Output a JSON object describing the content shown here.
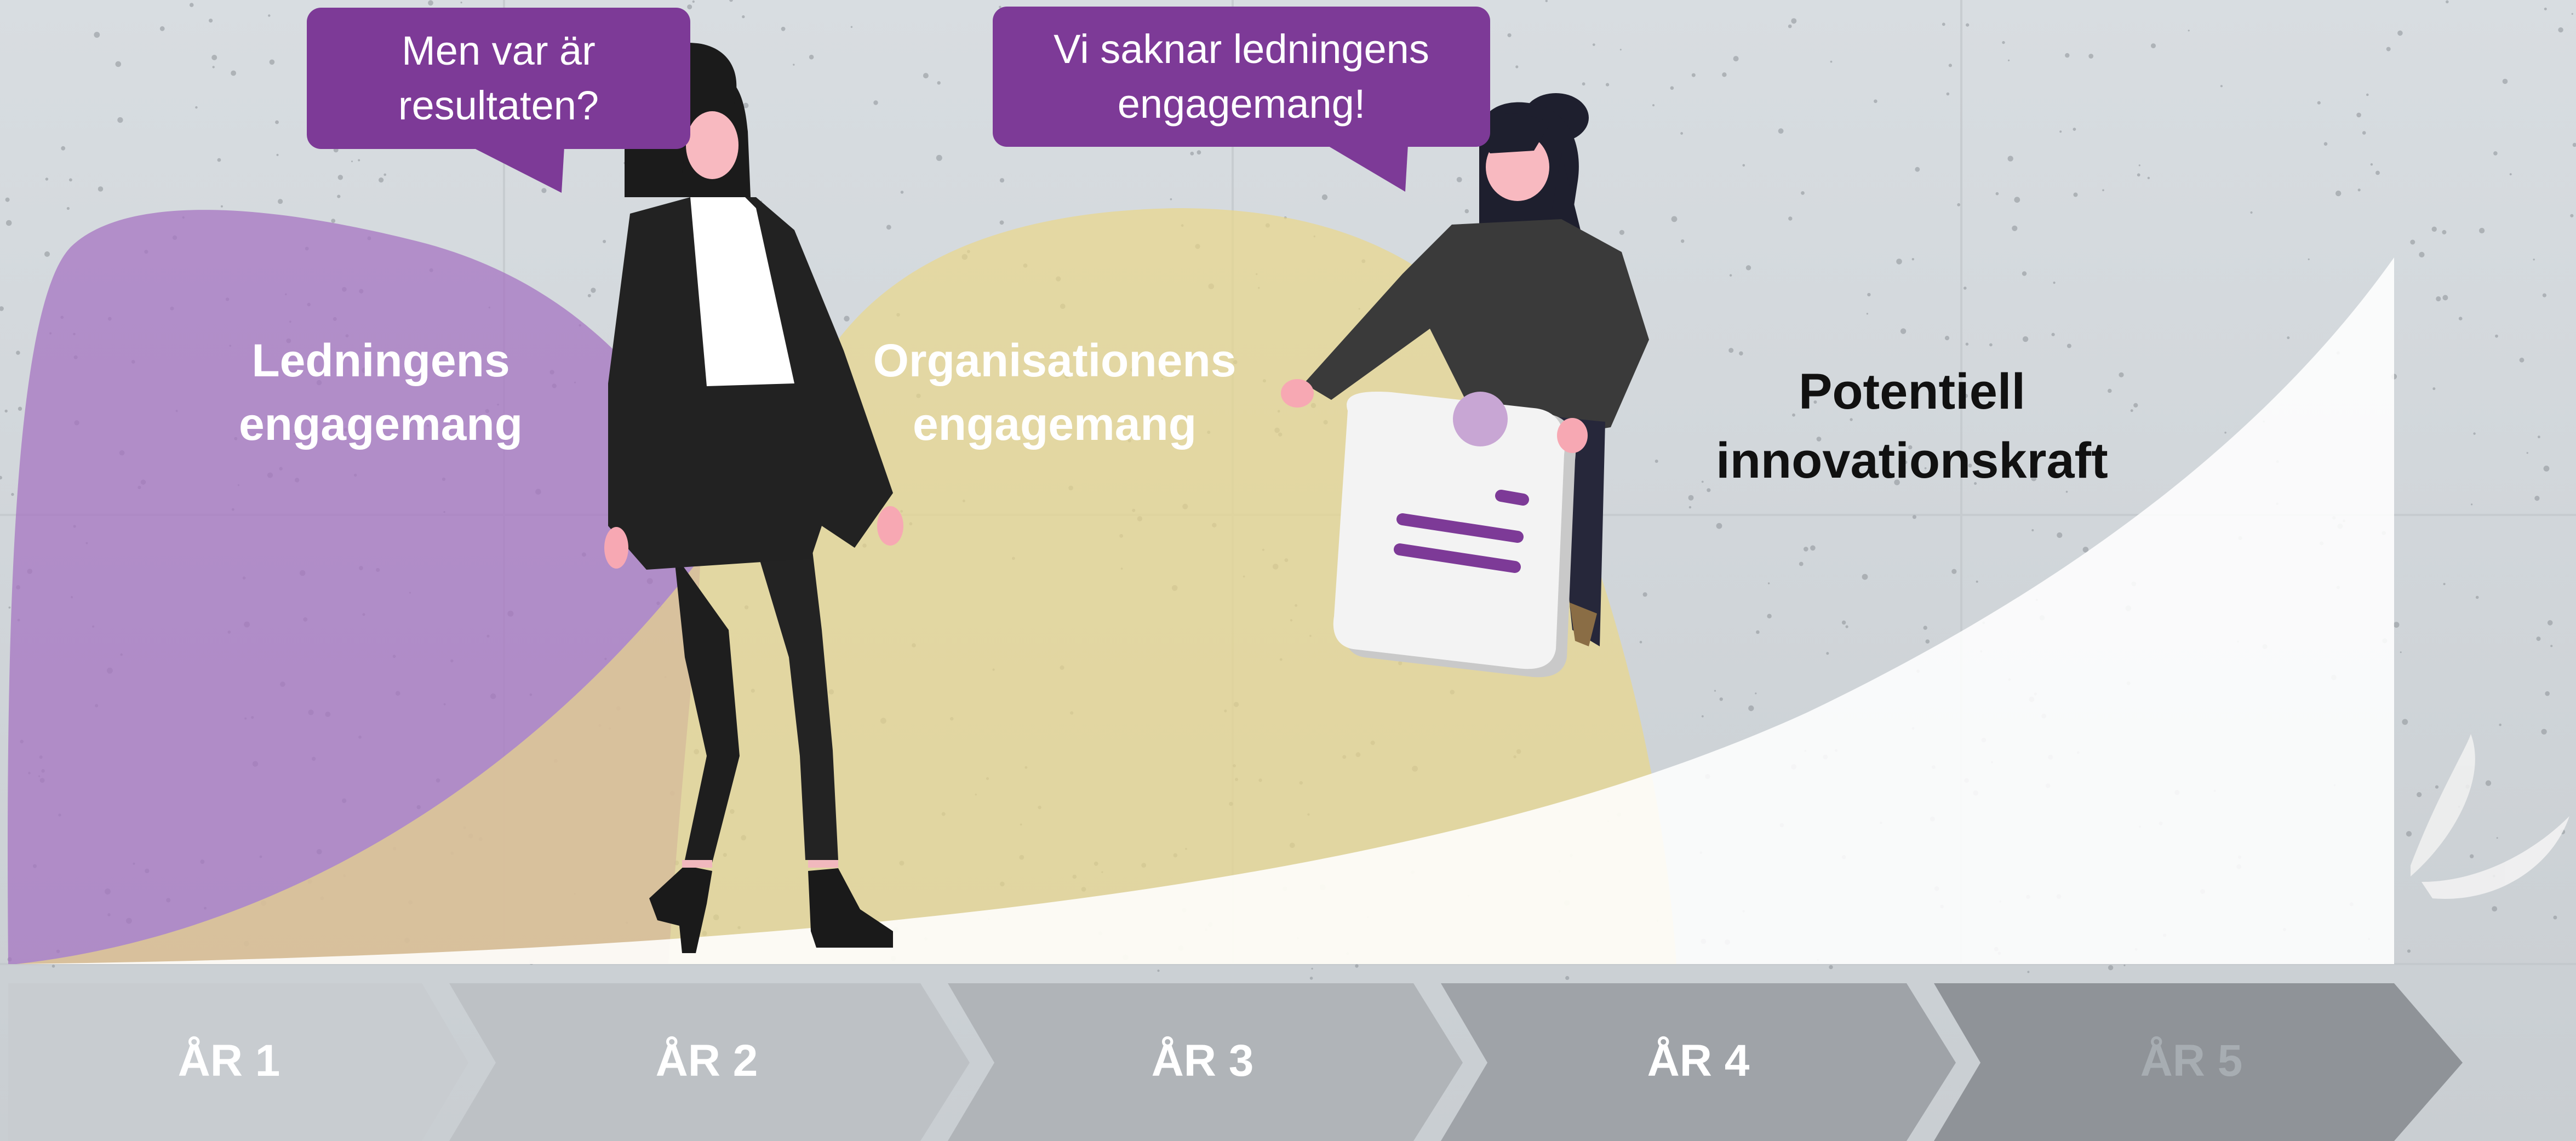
{
  "bubbles": {
    "left": "Men var är resultaten?",
    "right": "Vi saknar ledningens engagemang!"
  },
  "curves": {
    "leadership": {
      "label": "Ledningens engagemang",
      "color": "#a574c2"
    },
    "organisation": {
      "label": "Organisationens engagemang",
      "color": "#e9d78a"
    },
    "potential": {
      "label": "Potentiell innovationskraft",
      "color": "#ffffff"
    }
  },
  "timeline": {
    "years": [
      "ÅR 1",
      "ÅR 2",
      "ÅR 3",
      "ÅR 4",
      "ÅR 5"
    ],
    "faded_year_color": "#a7adb2"
  },
  "colors": {
    "accent_purple": "#7d3a97",
    "wall": "#d3d8dc"
  }
}
